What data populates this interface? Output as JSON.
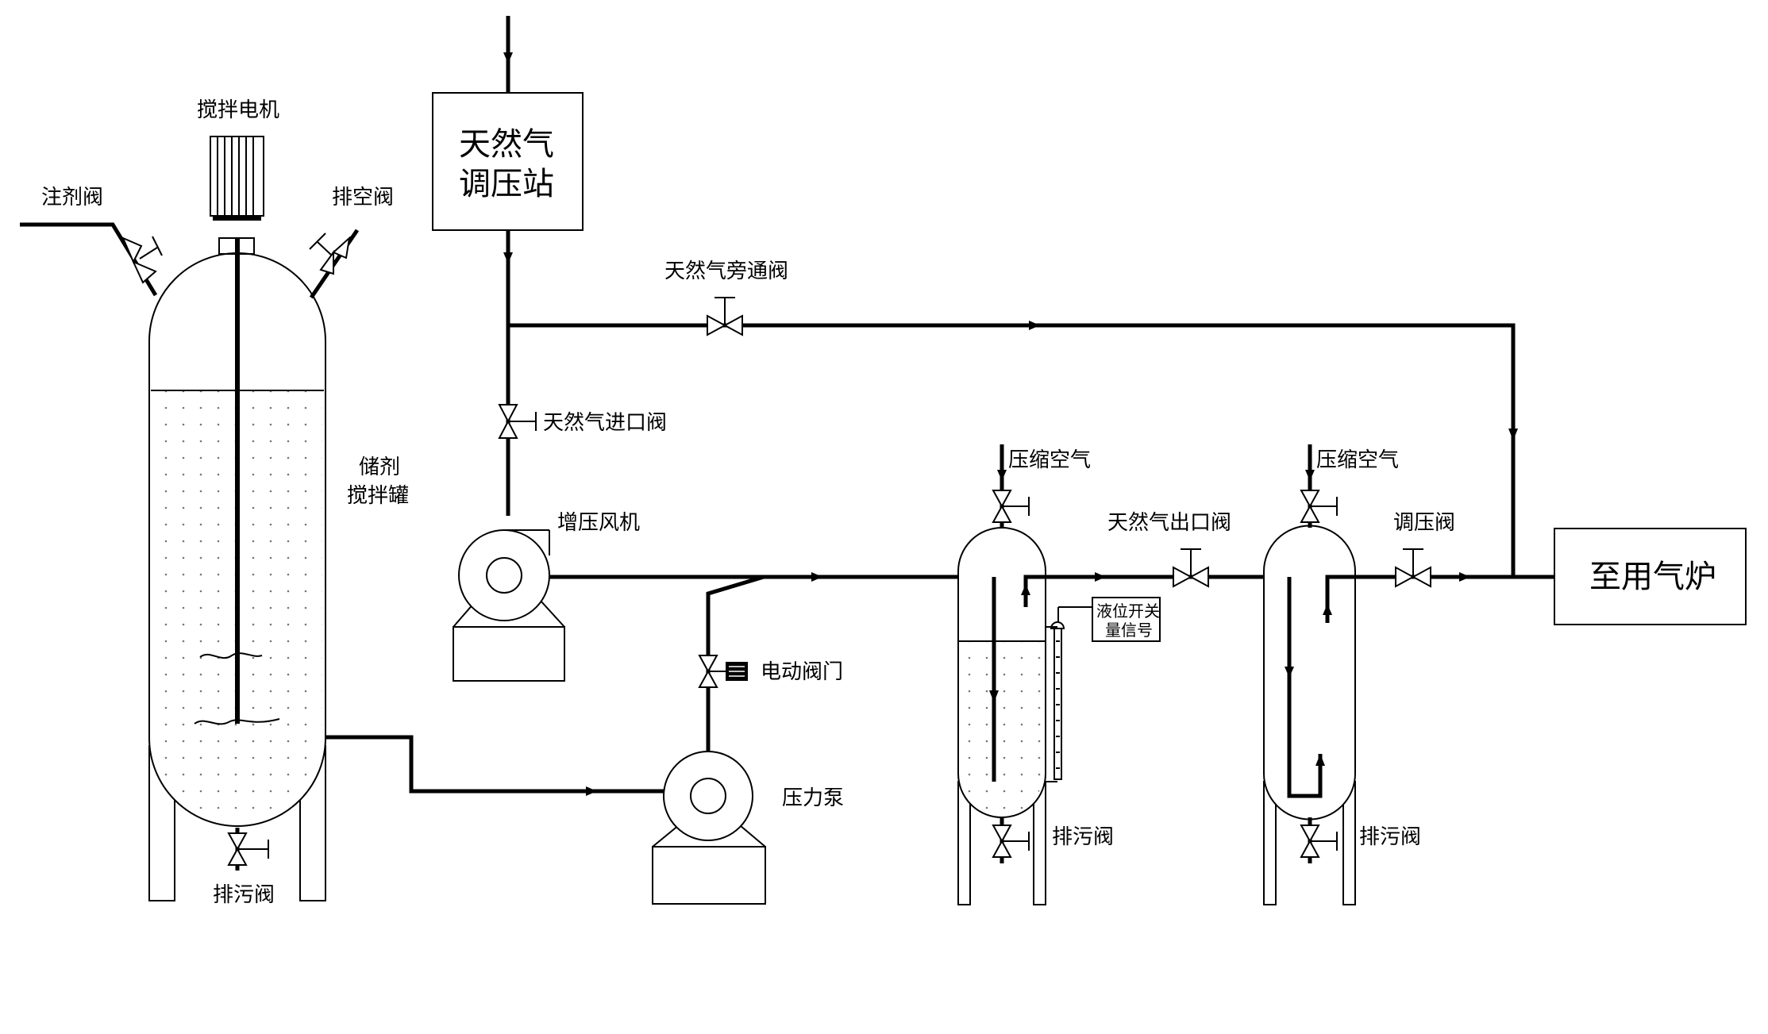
{
  "labels": {
    "mixer_motor": "搅拌电机",
    "injection_valve": "注剂阀",
    "vent_valve": "排空阀",
    "tank_line1": "储剂",
    "tank_line2": "搅拌罐",
    "tank_drain_valve": "排污阀",
    "station_line1": "天然气",
    "station_line2": "调压站",
    "bypass_valve": "天然气旁通阀",
    "inlet_valve": "天然气进口阀",
    "booster_fan": "增压风机",
    "electric_valve": "电动阀门",
    "pressure_pump": "压力泵",
    "compressed_air_1": "压缩空气",
    "compressed_air_2": "压缩空气",
    "outlet_valve": "天然气出口阀",
    "level_switch_line1": "液位开关",
    "level_switch_line2": "量信号",
    "drain_valve_1": "排污阀",
    "drain_valve_2": "排污阀",
    "regulating_valve": "调压阀",
    "to_furnace": "至用气炉"
  }
}
